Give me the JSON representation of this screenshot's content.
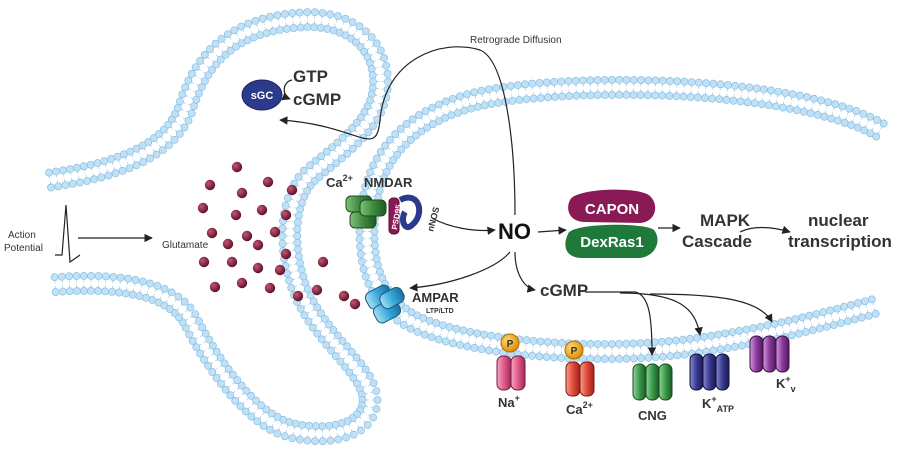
{
  "labels": {
    "action_potential_1": "Action",
    "action_potential_2": "Potential",
    "glutamate": "Glutamate",
    "retrograde_diffusion": "Retrograde Diffusion",
    "sgc": "sGC",
    "gtp": "GTP",
    "cgmp_top": "cGMP",
    "ca2_top": "Ca",
    "ca2_top_sup": "2+",
    "nmdar": "NMDAR",
    "psd95": "PSD95",
    "nnos": "nNOS",
    "no": "NO",
    "capon": "CAPON",
    "dexras1": "DexRas1",
    "mapk_1": "MAPK",
    "mapk_2": "Cascade",
    "nuclear_1": "nuclear",
    "nuclear_2": "transcription",
    "ampar": "AMPAR",
    "ltp_ltd": "LTP/LTD",
    "cgmp_mid": "cGMP",
    "na": "Na",
    "na_sup": "+",
    "ca2_bottom": "Ca",
    "ca2_bottom_sup": "2+",
    "cng": "CNG",
    "k_atp": "K",
    "k_atp_sup": "+",
    "k_atp_sub": "ATP",
    "kv": "K",
    "kv_sup": "+",
    "kv_sub": "v",
    "p1": "P",
    "p2": "P"
  },
  "colors": {
    "membrane_head": "#bfe0f5",
    "membrane_head_stroke": "#7fb8e0",
    "glutamate": "#6b1230",
    "sgc": "#2c3a8c",
    "capon": "#8a1a55",
    "dexras1": "#1f7a3a",
    "nmdar": "#3f8a40",
    "ampar": "#38a9dc",
    "na_channel": "#e05a8a",
    "ca_channel": "#e04a3a",
    "cng_channel": "#3a9a4a",
    "katp_channel": "#3a3a90",
    "kv_channel": "#8a3a9a",
    "phospho": "#f2a010"
  }
}
